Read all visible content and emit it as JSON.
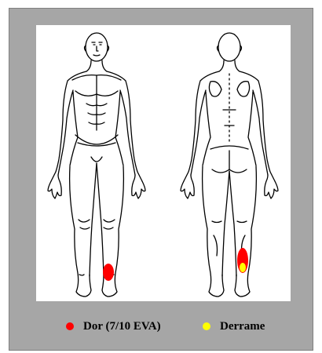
{
  "figures": [
    {
      "view": "front"
    },
    {
      "view": "back"
    }
  ],
  "markers": [
    {
      "id": "pain",
      "figure": "front",
      "color": "#ff0000"
    },
    {
      "id": "effusion-outer",
      "figure": "back",
      "color": "#ff0000"
    },
    {
      "id": "effusion-inner",
      "figure": "back",
      "color": "#ffff00"
    }
  ],
  "legend": {
    "items": [
      {
        "label": "Dor (7/10 EVA)",
        "color": "#ff0000"
      },
      {
        "label": "Derrame",
        "color": "#ffff00"
      }
    ]
  }
}
